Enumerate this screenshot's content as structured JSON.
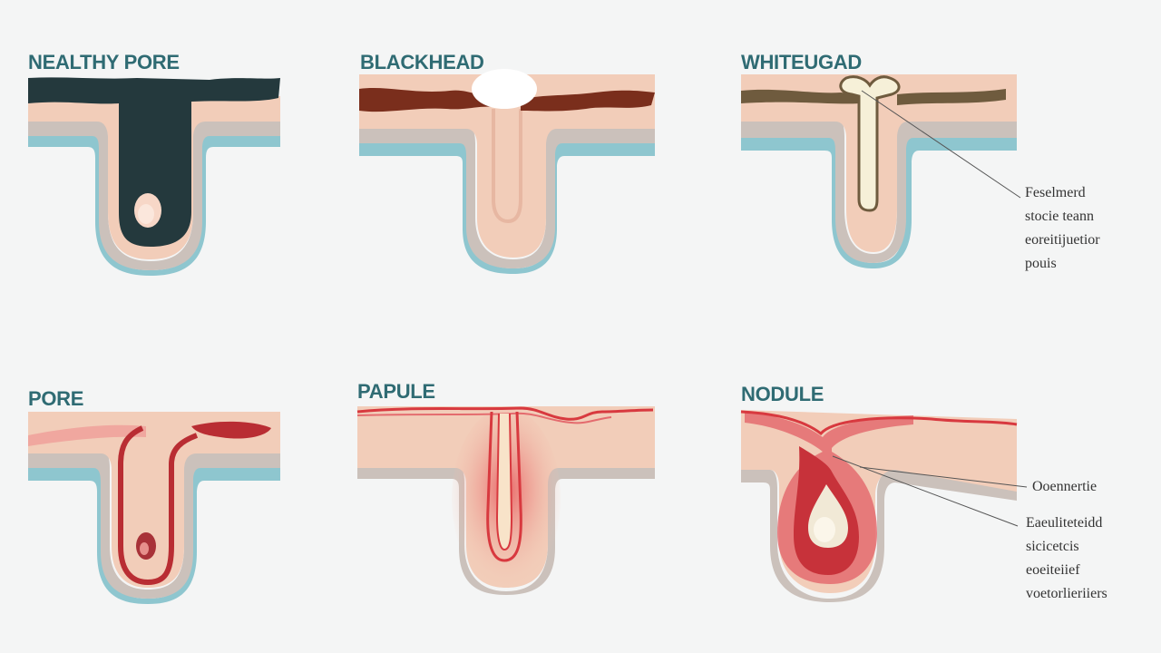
{
  "panels": {
    "healthy_pore": {
      "label": "NEALTHY PORE"
    },
    "blackhead": {
      "label": "BLACKHEAD"
    },
    "whitehead": {
      "label": "WHITEUGAD"
    },
    "pore": {
      "label": "PORE"
    },
    "papule": {
      "label": "PAPULE"
    },
    "nodule": {
      "label": "NODULE"
    }
  },
  "annotations": {
    "whitehead_note": [
      "Feselmerd",
      "stocie teann",
      "eoreitijuetior",
      "pouis"
    ],
    "nodule_note_short": "Ooennertie",
    "nodule_note": [
      "Eaeuliteteidd",
      "sicicetcis",
      "eoeiteiief",
      "voetorlieriiers"
    ]
  },
  "colors": {
    "background": "#f4f5f5",
    "skin": "#f2cdb9",
    "dermis_band": "#cbc1bb",
    "outer_line": "#8ec6cf",
    "dark_plug": "#24393d",
    "inflamed_red": "#d8393f",
    "title_teal": "#2f6b73"
  }
}
